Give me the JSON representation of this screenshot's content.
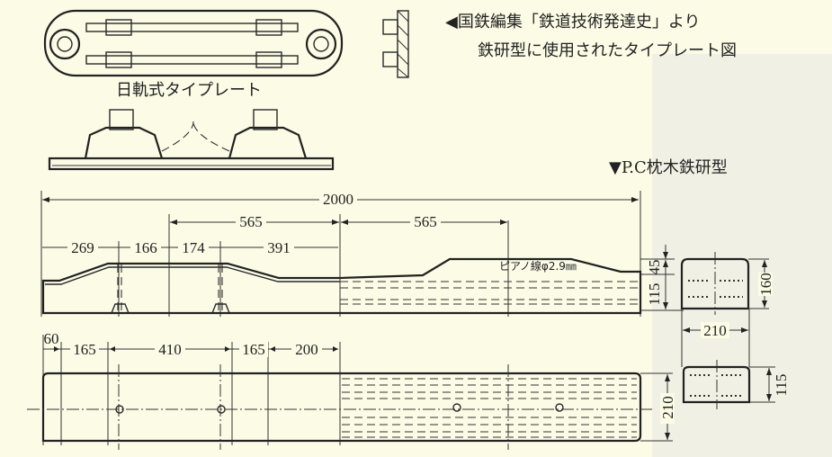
{
  "caption": {
    "line1": "◀国鉄編集「鉄道技術発達史」より",
    "line2": "鉄研型に使用されたタイプレート図"
  },
  "tieplate_label": "日軌式タイプレート",
  "sleeper_title": "▼P.C枕木鉄研型",
  "wire_note": "ピアノ線φ2.9㎜",
  "dimensions": {
    "total": "2000",
    "half_left": "565",
    "half_right": "565",
    "d269": "269",
    "d166": "166",
    "d174": "174",
    "d391": "391",
    "d45": "45",
    "d115_side": "115",
    "d160": "160",
    "d210_section": "210",
    "d115_section": "115",
    "d60": "60",
    "d165a": "165",
    "d410": "410",
    "d165b": "165",
    "d200": "200",
    "d210_plan": "210"
  },
  "colors": {
    "paper": "#fcfbe6",
    "ink": "#222222"
  }
}
